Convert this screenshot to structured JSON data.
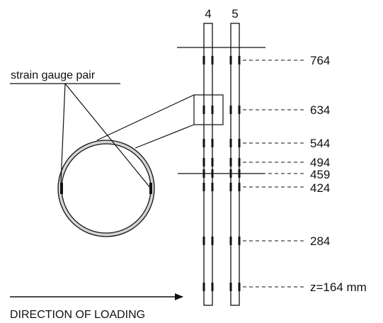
{
  "pile_labels": [
    "4",
    "5"
  ],
  "callout_label": "strain gauge pair",
  "direction_label": "DIRECTION OF LOADING",
  "gauge_levels": [
    {
      "z": 764,
      "label": "764"
    },
    {
      "z": 634,
      "label": "634"
    },
    {
      "z": 544,
      "label": "544"
    },
    {
      "z": 494,
      "label": "494"
    },
    {
      "z": 459,
      "label": "459"
    },
    {
      "z": 424,
      "label": "424"
    },
    {
      "z": 284,
      "label": "284"
    },
    {
      "z": 164,
      "label": "z=164 mm"
    }
  ],
  "colors": {
    "line": "#111111",
    "ring_fill": "#d3d3d3",
    "background": "#ffffff"
  },
  "icons": [
    "arrow-right-icon"
  ]
}
